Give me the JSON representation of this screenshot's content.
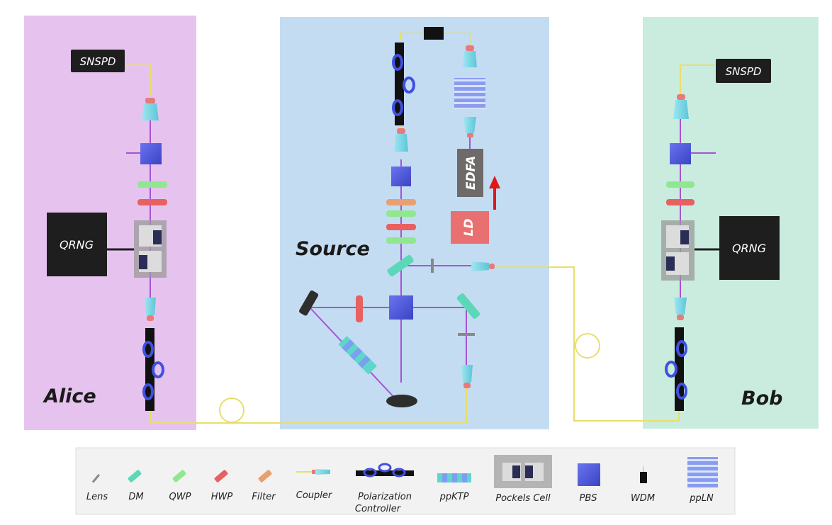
{
  "zones": {
    "alice": {
      "label": "Alice",
      "color": "#e6c3ee"
    },
    "source": {
      "label": "Source",
      "color": "#c4dcf2"
    },
    "bob": {
      "label": "Bob",
      "color": "#c9ecdf"
    }
  },
  "devices": {
    "alice_snspd": "SNSPD",
    "bob_snspd": "SNSPD",
    "alice_qrng": "QRNG",
    "bob_qrng": "QRNG",
    "edfa": "EDFA",
    "ld": "LD"
  },
  "legend": {
    "items": [
      {
        "key": "lens",
        "label": "Lens"
      },
      {
        "key": "dm",
        "label": "DM"
      },
      {
        "key": "qwp",
        "label": "QWP"
      },
      {
        "key": "hwp",
        "label": "HWP"
      },
      {
        "key": "filter",
        "label": "Filter"
      },
      {
        "key": "coupler",
        "label": "Coupler"
      },
      {
        "key": "pc",
        "label": "Polarization",
        "label2": "Controller"
      },
      {
        "key": "ppktp",
        "label": "ppKTP"
      },
      {
        "key": "pockels",
        "label": "Pockels Cell"
      },
      {
        "key": "pbs",
        "label": "PBS"
      },
      {
        "key": "wdm",
        "label": "WDM"
      },
      {
        "key": "ppln",
        "label": "ppLN"
      }
    ]
  },
  "colors": {
    "beam": "#a653d6",
    "fiber": "#e8de6a",
    "pbs": "#4a56d8",
    "coupler": "#7fd8e6",
    "coupler_tip": "#e87a7a",
    "qwp": "#8fe88f",
    "hwp": "#e86060",
    "filter": "#e8a070",
    "dark_box": "#1e1e1e",
    "edfa": "#6e6a6a",
    "ld": "#e87070",
    "arrow": "#e01818"
  }
}
